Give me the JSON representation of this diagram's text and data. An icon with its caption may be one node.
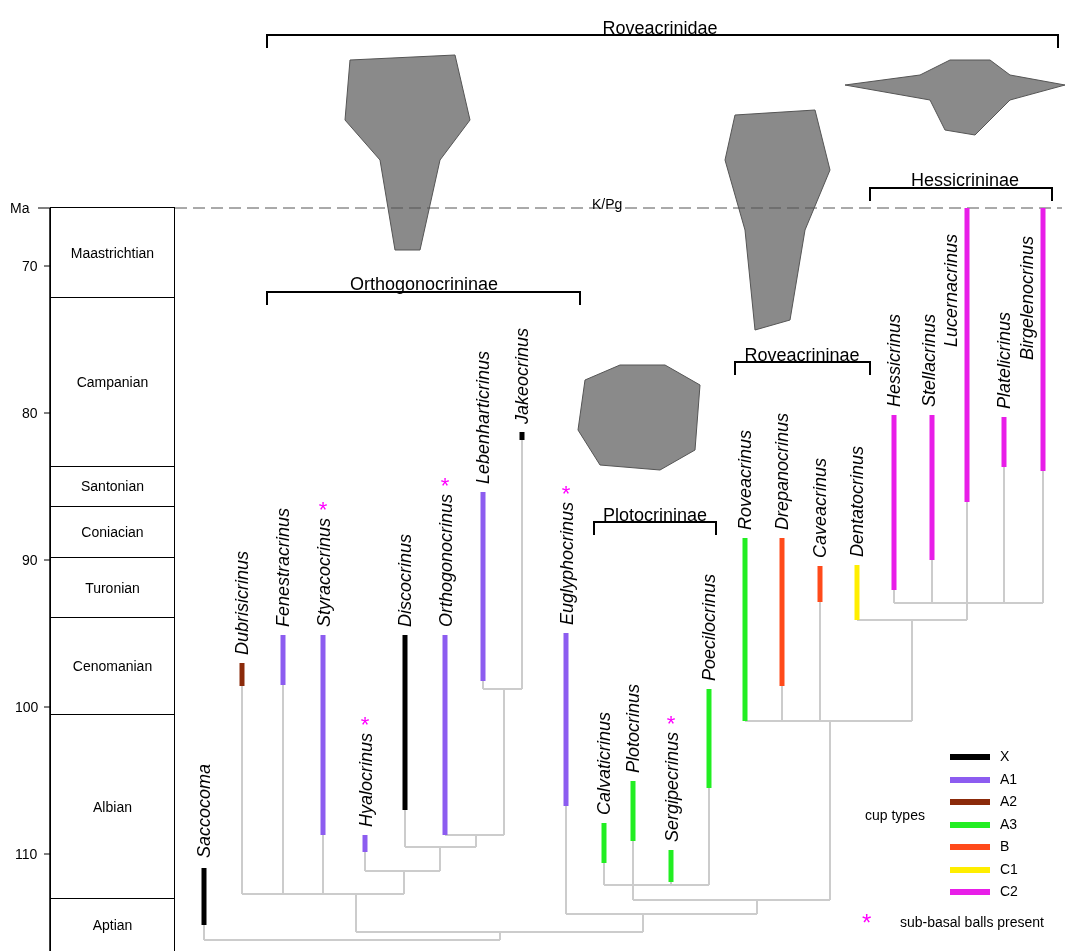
{
  "diagram": {
    "nodes": [
      {
        "text": [
          "Maastrichtian"
        ]
      },
      {
        "text": [
          "Campanian"
        ]
      },
      {
        "text": [
          "Santonian"
        ]
      },
      {
        "text": [
          "Coniacian"
        ]
      },
      {
        "text": [
          "Turonian"
        ]
      },
      {
        "text": [
          "Cenomanian"
        ]
      },
      {
        "text": [
          "Albian"
        ]
      },
      {
        "text": [
          "Aptian"
        ]
      },
      {
        "text": [
          "Saccocoma"
        ]
      },
      {
        "text": [
          "Dubrisicrinus"
        ]
      },
      {
        "text": [
          "Fenestracrinus"
        ]
      },
      {
        "text": [
          "Styracocrinus"
        ],
        "beside": [
          "*"
        ]
      },
      {
        "text": [
          "Hyalocrinus"
        ],
        "beside": [
          "*"
        ]
      },
      {
        "text": [
          "Discocrinus"
        ]
      },
      {
        "text": [
          "Orthogonocrinus"
        ],
        "beside": [
          "*"
        ]
      },
      {
        "text": [
          "Lebenharticrinus"
        ]
      },
      {
        "text": [
          "Jakeocrinus"
        ]
      },
      {
        "text": [
          "Euglyphocrinus"
        ],
        "beside": [
          "*"
        ]
      },
      {
        "text": [
          "Calvaticrinus"
        ]
      },
      {
        "text": [
          "Plotocrinus"
        ]
      },
      {
        "text": [
          "Sergipecrinus"
        ],
        "beside": [
          "*"
        ]
      },
      {
        "text": [
          "Poecilocrinus"
        ]
      },
      {
        "text": [
          "Roveacrinus"
        ]
      },
      {
        "text": [
          "Drepanocrinus"
        ]
      },
      {
        "text": [
          "Caveacrinus"
        ]
      },
      {
        "text": [
          "Dentatocrinus"
        ]
      },
      {
        "text": [
          "Hessicrinus"
        ]
      },
      {
        "text": [
          "Stellacrinus"
        ]
      },
      {
        "text": [
          "Lucernacrinus"
        ]
      },
      {
        "text": [
          "Platelicrinus"
        ]
      },
      {
        "text": [
          "Birgelenocrinus"
        ]
      }
    ],
    "labels": [
      "Roveacrinidae",
      "Hessicrininae",
      "Ma",
      "K/Pg",
      "70",
      "Orthogonocrininae",
      "80",
      "Roveacrininae",
      "Plotocrininae",
      "90",
      "100",
      "110",
      "cup types"
    ],
    "legend": [
      {
        "text": "X",
        "color": "#000000"
      },
      {
        "text": "A1",
        "color": "#8c5cf0"
      },
      {
        "text": "A2",
        "color": "#8b2a0a"
      },
      {
        "text": "A3",
        "color": "#22ee22"
      },
      {
        "text": "B",
        "color": "#ff4a1a"
      },
      {
        "text": "C1",
        "color": "#ffee00"
      },
      {
        "text": "C2",
        "color": "#e81ee8"
      },
      {
        "text": "sub-basal balls present"
      }
    ]
  }
}
